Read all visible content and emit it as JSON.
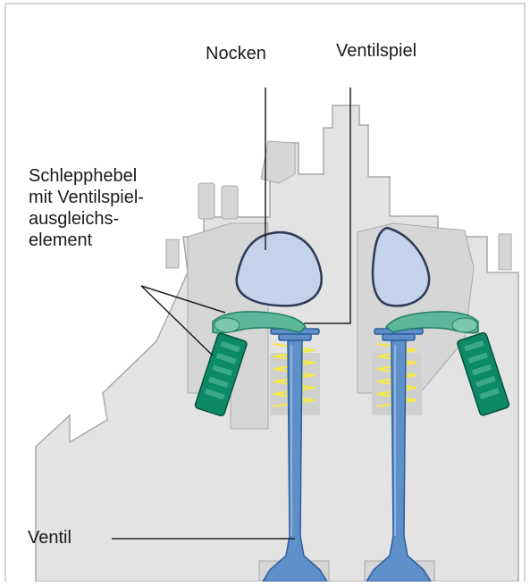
{
  "labels": {
    "cam": "Nocken",
    "clearance": "Ventilspiel",
    "rocker_line1": "Schlepphebel",
    "rocker_line2": "mit Ventilspiel-",
    "rocker_line3": "ausgleichs-",
    "rocker_line4": "element",
    "valve": "Ventil"
  },
  "colors": {
    "frame": "#c8c8c8",
    "head_light": "#e3e3e3",
    "head_mid": "#d6d6d6",
    "head_outline": "#a9a9a9",
    "cam_fill": "#c5d3ea",
    "cam_outline": "#2e3a54",
    "rocker_green": "#5fb79b",
    "rocker_dark": "#1f7f63",
    "adjuster_green": "#0c8a66",
    "valve_blue": "#5f8fc8",
    "valve_dark": "#2b5e9c",
    "spring_yellow": "#f5ea3f",
    "leader_line": "#222222"
  }
}
